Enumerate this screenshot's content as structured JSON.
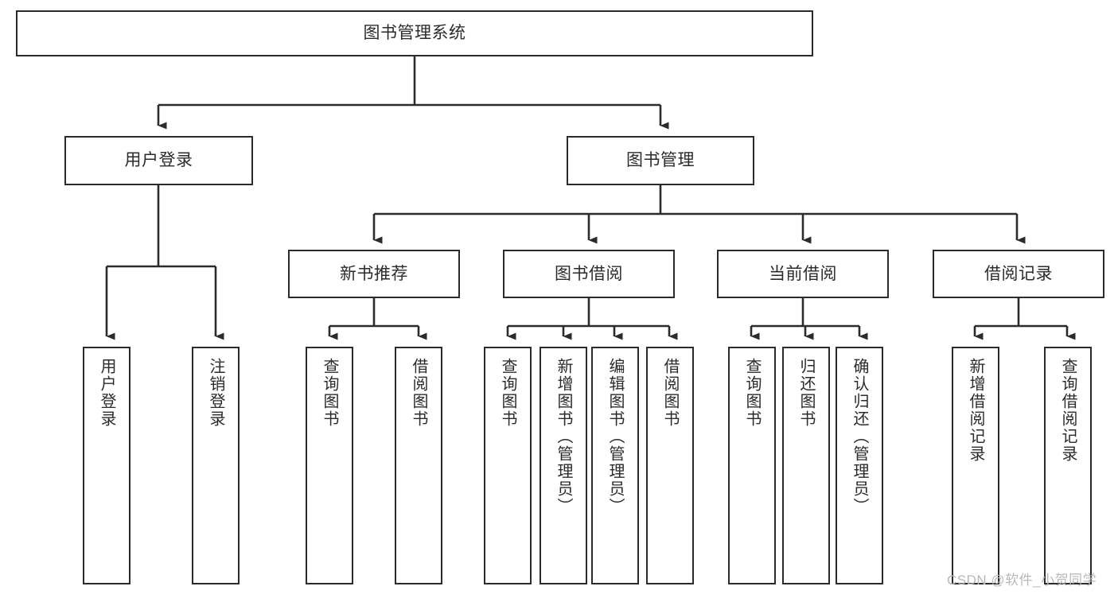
{
  "diagram": {
    "title": "图书管理系统",
    "watermark": "CSDN @软件_小贺同学",
    "line_color": "#2b2b2b",
    "box_fill": "#ffffff",
    "text_color": "#2b2b2b",
    "watermark_color": "#b8b8b8"
  },
  "nodes": {
    "root": {
      "label": "图书管理系统"
    },
    "level1": [
      {
        "label": "用户登录"
      },
      {
        "label": "图书管理"
      }
    ],
    "level2": [
      {
        "label": "新书推荐"
      },
      {
        "label": "图书借阅"
      },
      {
        "label": "当前借阅"
      },
      {
        "label": "借阅记录"
      }
    ],
    "leaves": {
      "user_login": [
        {
          "label": "用户登录"
        },
        {
          "label": "注销登录"
        }
      ],
      "new_book_recommend": [
        {
          "label": "查询图书"
        },
        {
          "label": "借阅图书"
        }
      ],
      "book_borrow": [
        {
          "label": "查询图书"
        },
        {
          "label": "新增图书（管理员）"
        },
        {
          "label": "编辑图书（管理员）"
        },
        {
          "label": "借阅图书"
        }
      ],
      "current_borrow": [
        {
          "label": "查询图书"
        },
        {
          "label": "归还图书"
        },
        {
          "label": "确认归还（管理员）"
        }
      ],
      "borrow_record": [
        {
          "label": "新增借阅记录"
        },
        {
          "label": "查询借阅记录"
        }
      ]
    }
  },
  "chart_data": {
    "type": "tree",
    "title": "图书管理系统",
    "root": "图书管理系统",
    "edges": [
      {
        "from": "图书管理系统",
        "to": "用户登录"
      },
      {
        "from": "图书管理系统",
        "to": "图书管理"
      },
      {
        "from": "用户登录",
        "to": "用户登录"
      },
      {
        "from": "用户登录",
        "to": "注销登录"
      },
      {
        "from": "图书管理",
        "to": "新书推荐"
      },
      {
        "from": "图书管理",
        "to": "图书借阅"
      },
      {
        "from": "图书管理",
        "to": "当前借阅"
      },
      {
        "from": "图书管理",
        "to": "借阅记录"
      },
      {
        "from": "新书推荐",
        "to": "查询图书"
      },
      {
        "from": "新书推荐",
        "to": "借阅图书"
      },
      {
        "from": "图书借阅",
        "to": "查询图书"
      },
      {
        "from": "图书借阅",
        "to": "新增图书（管理员）"
      },
      {
        "from": "图书借阅",
        "to": "编辑图书（管理员）"
      },
      {
        "from": "图书借阅",
        "to": "借阅图书"
      },
      {
        "from": "当前借阅",
        "to": "查询图书"
      },
      {
        "from": "当前借阅",
        "to": "归还图书"
      },
      {
        "from": "当前借阅",
        "to": "确认归还（管理员）"
      },
      {
        "from": "借阅记录",
        "to": "新增借阅记录"
      },
      {
        "from": "借阅记录",
        "to": "查询借阅记录"
      }
    ],
    "levels": 4
  }
}
